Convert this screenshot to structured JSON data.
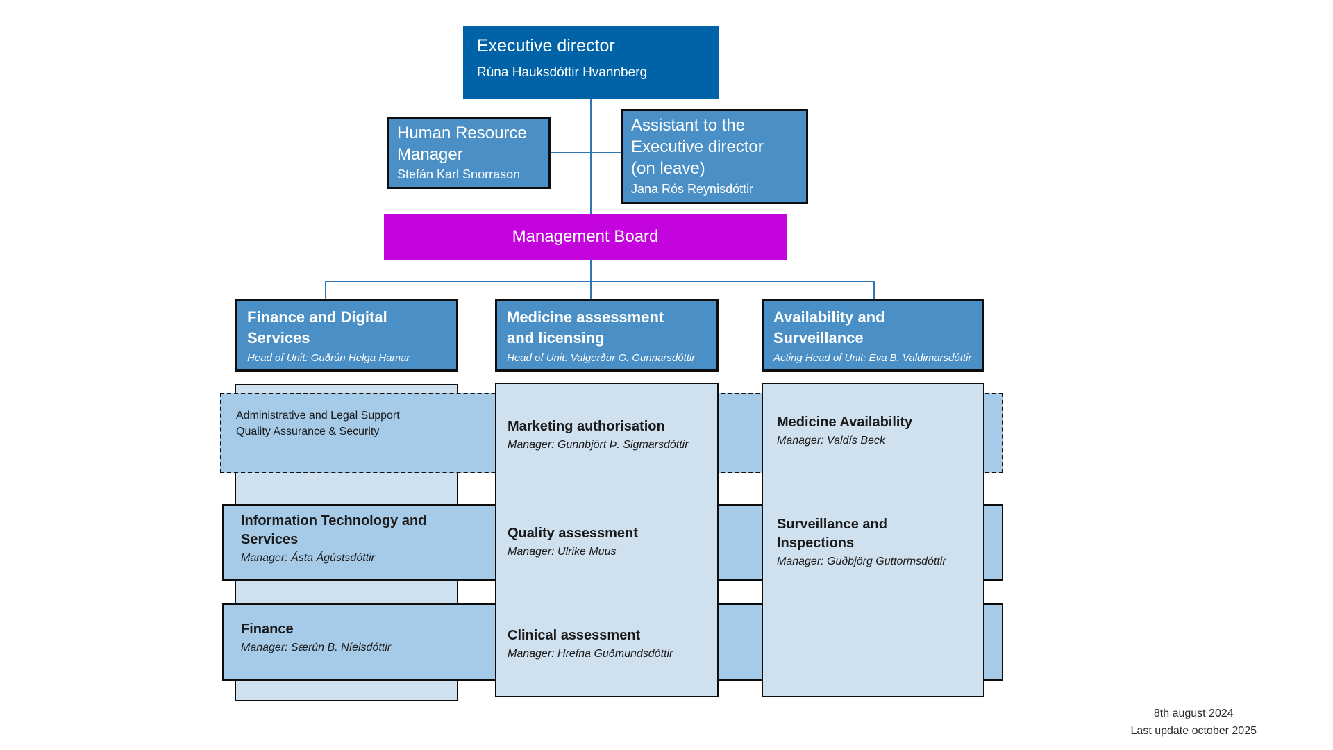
{
  "colors": {
    "executive_bg": "#0063a7",
    "box_blue": "#4a8fc5",
    "board_magenta": "#c404dc",
    "panel_light": "#cfe0ee",
    "band_blue": "#a6cbe9",
    "connector_blue": "#2e75b6",
    "border_dark": "#0d0d0d"
  },
  "executive": {
    "title": "Executive director",
    "name": "Rúna Hauksdóttir Hvannberg"
  },
  "hr_manager": {
    "title": "Human Resource\nManager",
    "name": "Stefán Karl Snorrason"
  },
  "assistant": {
    "title": "Assistant to the\nExecutive director\n(on leave)",
    "name": "Jana Rós Reynisdóttir"
  },
  "board": {
    "label": "Management Board"
  },
  "units": [
    {
      "title": "Finance and Digital\nServices",
      "head": "Head of Unit: Guðrún Helga Hamar"
    },
    {
      "title": "Medicine assessment\nand licensing",
      "head": "Head of Unit: Valgerður G. Gunnarsdóttir"
    },
    {
      "title": "Availability and\nSurveillance",
      "head": "Acting Head of Unit: Eva B. Valdimarsdóttir"
    }
  ],
  "departments": {
    "finance_digital": {
      "admin_legal": "Administrative and Legal Support\nQuality Assurance & Security",
      "it": {
        "title": "Information Technology and\nServices",
        "manager": "Manager: Ásta Ágústsdóttir"
      },
      "finance": {
        "title": "Finance",
        "manager": "Manager: Særún B. Níelsdóttir"
      }
    },
    "medicine": {
      "marketing": {
        "title": "Marketing authorisation",
        "manager": "Manager: Gunnbjört Þ. Sigmarsdóttir"
      },
      "quality": {
        "title": "Quality assessment",
        "manager": "Manager: Ulrike Muus"
      },
      "clinical": {
        "title": "Clinical assessment",
        "manager": "Manager: Hrefna Guðmundsdóttir"
      }
    },
    "availability": {
      "medicine_availability": {
        "title": "Medicine Availability",
        "manager": "Manager: Valdís Beck"
      },
      "surveillance": {
        "title": "Surveillance and\nInspections",
        "manager": "Manager: Guðbjörg Guttormsdóttir"
      }
    }
  },
  "footer": {
    "date": "8th august 2024",
    "updated": "Last update october 2025"
  }
}
